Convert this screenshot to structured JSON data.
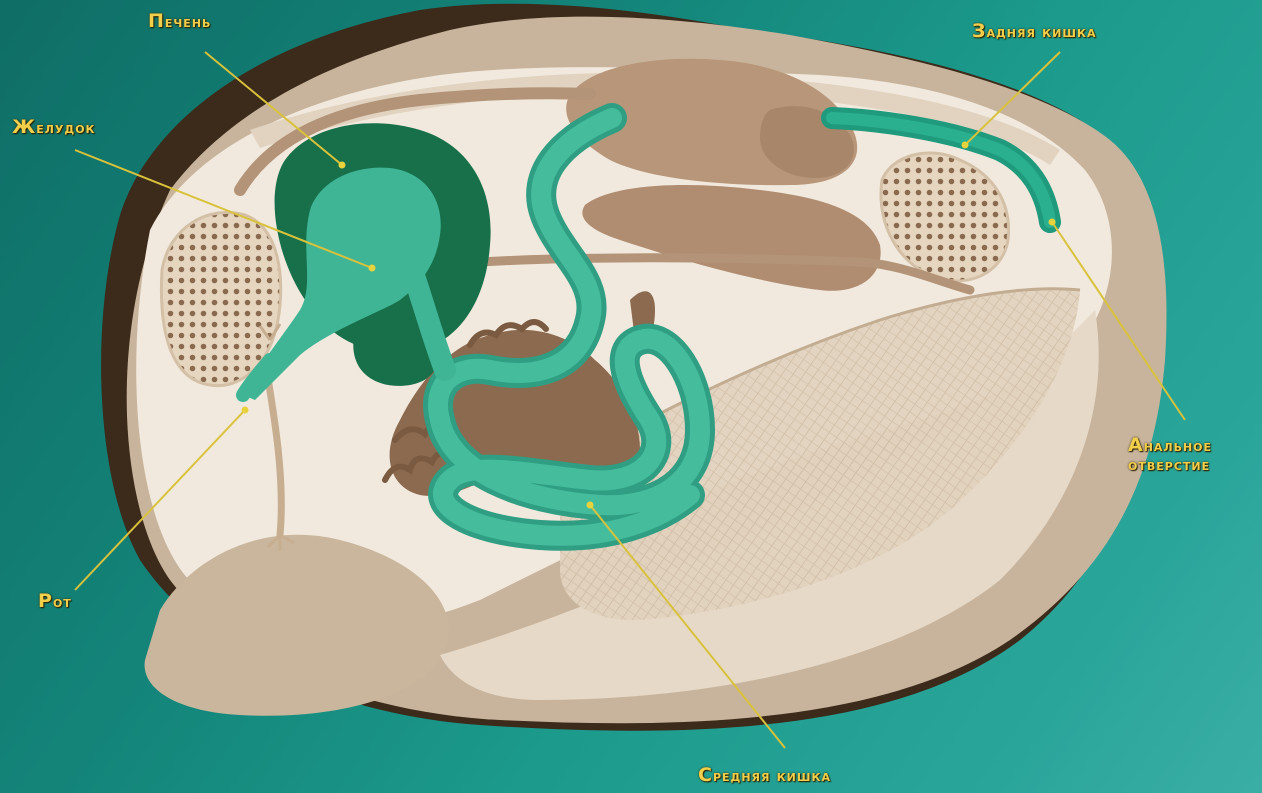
{
  "diagram": {
    "labels": {
      "liver": "Печень",
      "stomach": "Желудок",
      "hindgut": "Задняя кишка",
      "anus_line1": "Анальное",
      "anus_line2": "отверстие",
      "mouth": "Рот",
      "midgut": "Средняя кишка"
    },
    "colors": {
      "background": "#14857a",
      "shell": "#c8b49c",
      "interior": "#f1e9dd",
      "gut": "#3fb596",
      "liver": "#17704a",
      "organs": "#b8967a",
      "label_text": "#f2cf4a",
      "leader_line": "#d9c23b"
    }
  }
}
